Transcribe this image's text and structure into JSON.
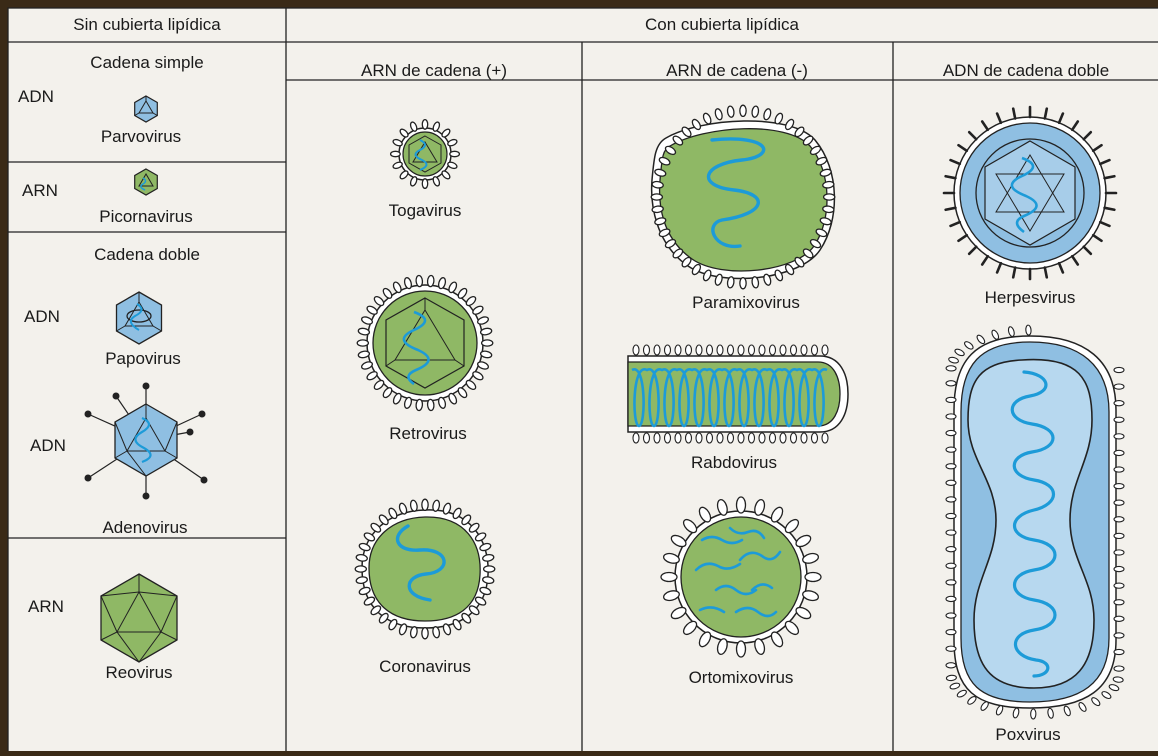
{
  "colors": {
    "background": "#f3f1ec",
    "frame": "#3a2a17",
    "capsid_green": "#8fb865",
    "capsid_blue": "#8fbfe2",
    "nucleic_acid": "#1d9bd8",
    "line": "#222222"
  },
  "headers": {
    "no_envelope": "Sin cubierta lipídica",
    "envelope": "Con cubierta lipídica",
    "single_strand": "Cadena simple",
    "double_strand": "Cadena doble",
    "rna_plus": "ARN de cadena (+)",
    "rna_minus": "ARN de cadena (-)",
    "dna_double": "ADN de cadena doble"
  },
  "left_column": [
    {
      "type_label": "ADN",
      "name": "Parvovirus",
      "icon": "parvovirus-icon"
    },
    {
      "type_label": "ARN",
      "name": "Picornavirus",
      "icon": "picornavirus-icon"
    },
    {
      "type_label": "ADN",
      "name": "Papovirus",
      "icon": "papovirus-icon"
    },
    {
      "type_label": "ADN",
      "name": "Adenovirus",
      "icon": "adenovirus-icon"
    },
    {
      "type_label": "ARN",
      "name": "Reovirus",
      "icon": "reovirus-icon"
    }
  ],
  "rna_plus_viruses": [
    {
      "name": "Togavirus",
      "icon": "togavirus-icon"
    },
    {
      "name": "Retrovirus",
      "icon": "retrovirus-icon"
    },
    {
      "name": "Coronavirus",
      "icon": "coronavirus-icon"
    }
  ],
  "rna_minus_viruses": [
    {
      "name": "Paramixovirus",
      "icon": "paramixovirus-icon"
    },
    {
      "name": "Rabdovirus",
      "icon": "rabdovirus-icon"
    },
    {
      "name": "Ortomixovirus",
      "icon": "ortomixovirus-icon"
    }
  ],
  "dna_double_viruses": [
    {
      "name": "Herpesvirus",
      "icon": "herpesvirus-icon"
    },
    {
      "name": "Poxvirus",
      "icon": "poxvirus-icon"
    }
  ]
}
